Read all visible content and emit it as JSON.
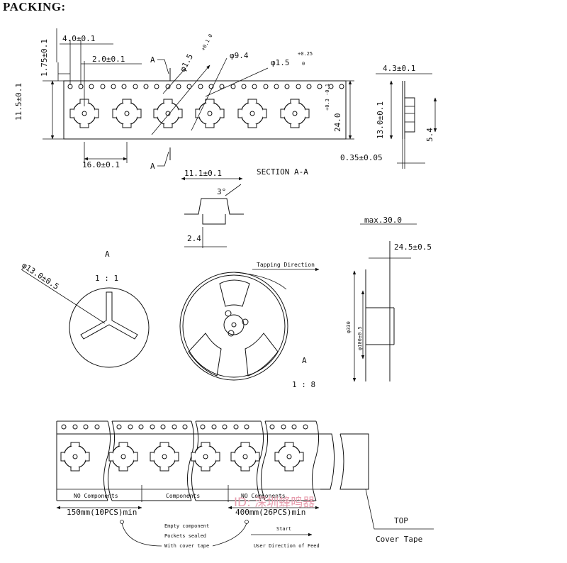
{
  "title": "PACKING:",
  "tape": {
    "dim_pitch_hole": "4.0±0.1",
    "dim_hole_edge": "1.75±0.1",
    "dim_hole_center": "2.0±0.1",
    "dim_width_11": "11.5±0.1",
    "dim_hole_dia": "φ1.5",
    "dim_hole_dia_tol": "+0.1 0",
    "dim_pocket_dia": "φ9.4",
    "dim_hole2_dia": "φ1.5",
    "dim_hole2_tol_top": "+0.25",
    "dim_hole2_tol_bot": "0",
    "dim_tape_width": "24.0",
    "dim_tape_width_tol": "+0.3 -0.1",
    "dim_pitch": "16.0±0.1",
    "section_mark_top": "A",
    "section_mark_bottom": "A"
  },
  "side_view": {
    "dim_43": "4.3±0.1",
    "dim_130": "13.0±0.1",
    "dim_54": "5.4",
    "dim_035": "0.35±0.05"
  },
  "section": {
    "title": "SECTION A-A",
    "dim_111": "11.1±0.1",
    "angle": "3°",
    "dim_24": "2.4"
  },
  "hub_detail": {
    "label": "A",
    "scale": "1 : 1",
    "dim_dia": "φ13.0±0.5"
  },
  "reel": {
    "direction": "Tapping Direction",
    "label": "A",
    "scale": "1 : 8"
  },
  "reel_side": {
    "dim_max": "max.30.0",
    "dim_245": "24.5±0.5",
    "dim_330": "φ330",
    "dim_100": "φ100±0.5"
  },
  "strip": {
    "seg_no_components": "NO Components",
    "seg_components": "Components",
    "seg_no_components_2": "NO Components",
    "len_1": "150mm(10PCS)min",
    "len_2": "400mm(26PCS)min",
    "top_label": "TOP",
    "cover_tape": "Cover Tape",
    "note_1": "Empty component",
    "note_2": "Pockets sealed",
    "note_3": "With cover tape",
    "start": "Start",
    "user_dir": "User Direction of Feed"
  },
  "watermark": "ID: 深圳蜂鸣器"
}
